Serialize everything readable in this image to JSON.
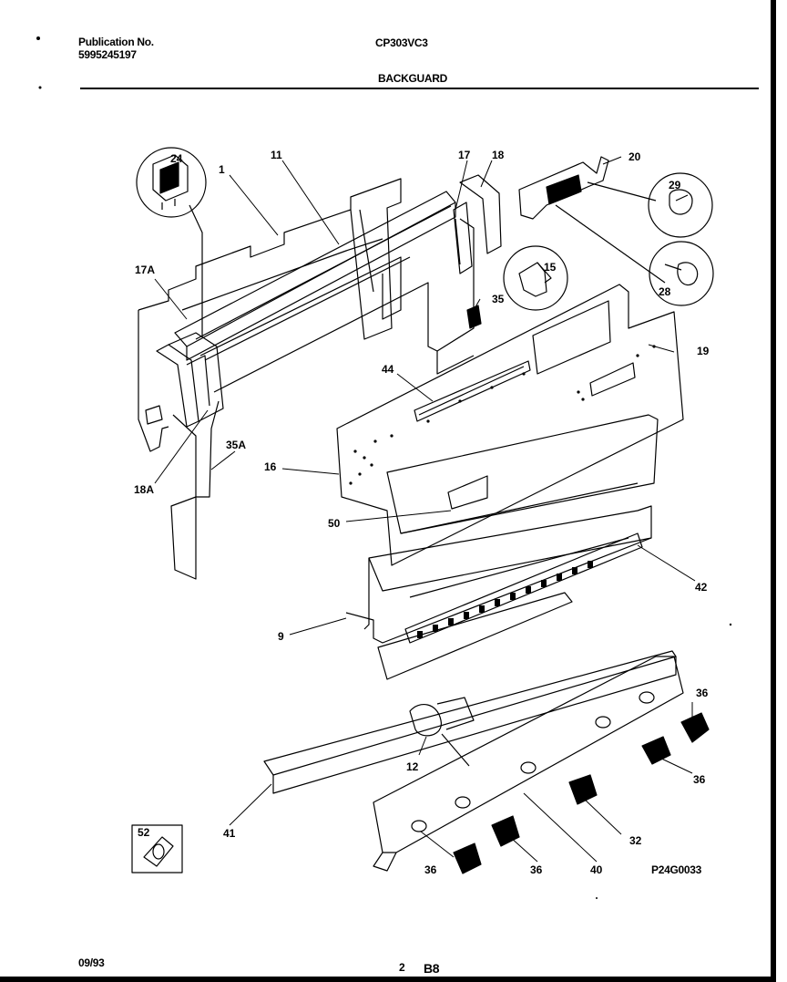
{
  "header": {
    "pub_label": "Publication No.",
    "pub_number": "5995245197",
    "model": "CP303VC3",
    "section": "BACKGUARD"
  },
  "footer": {
    "date": "09/93",
    "page": "2",
    "code": "B8",
    "figure_id": "P24G0033"
  },
  "callouts": {
    "c24": "24",
    "c1": "1",
    "c11": "11",
    "c17": "17",
    "c18": "18",
    "c20": "20",
    "c29": "29",
    "c15": "15",
    "c35": "35",
    "c28": "28",
    "c17A": "17A",
    "c19": "19",
    "c44": "44",
    "c35A": "35A",
    "c16": "16",
    "c18A": "18A",
    "c50": "50",
    "c42": "42",
    "c9": "9",
    "c36a": "36",
    "c36b": "36",
    "c12": "12",
    "c32": "32",
    "c41": "41",
    "c52": "52",
    "c36c": "36",
    "c36d": "36",
    "c40": "40"
  }
}
